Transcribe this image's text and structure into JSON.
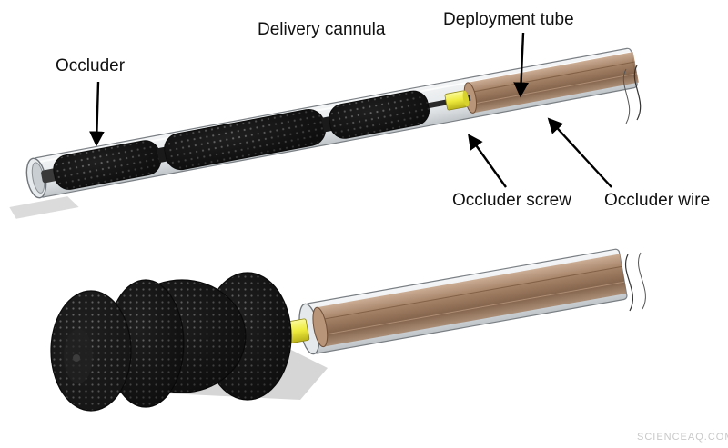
{
  "labels": {
    "delivery_cannula": "Delivery cannula",
    "deployment_tube": "Deployment tube",
    "occluder": "Occluder",
    "occluder_screw": "Occluder screw",
    "occluder_wire": "Occluder wire"
  },
  "watermark": "SCIENCEAQ.COM",
  "colors": {
    "occluder_body": "#1c1c1c",
    "occluder_highlight": "#5a5a5a",
    "cannula_glass": "#dfe3e6",
    "cannula_edge": "#7a7f84",
    "deployment_tube": "#8a6446",
    "screw": "#f2f05a",
    "wire": "#2a2a2a",
    "arrow": "#000000"
  }
}
